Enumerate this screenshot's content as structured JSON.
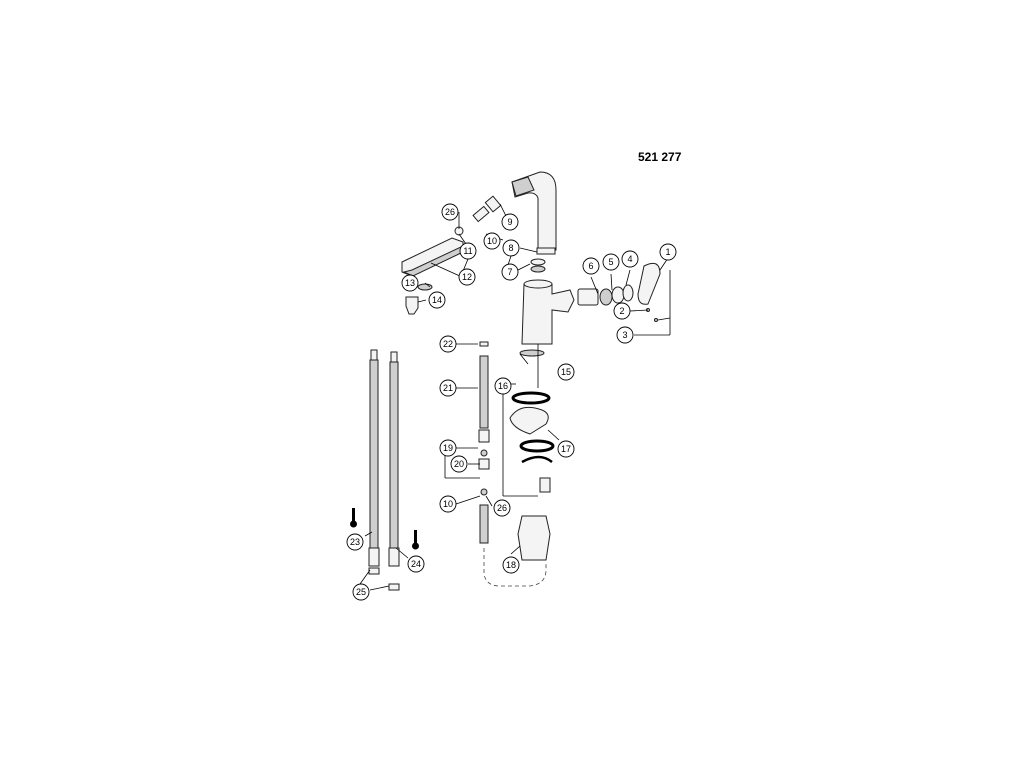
{
  "diagram": {
    "code": "521 277",
    "callouts": [
      "1",
      "2",
      "3",
      "4",
      "5",
      "6",
      "7",
      "8",
      "9",
      "10",
      "10",
      "11",
      "12",
      "13",
      "14",
      "15",
      "16",
      "17",
      "18",
      "19",
      "20",
      "21",
      "22",
      "23",
      "24",
      "25",
      "26",
      "26"
    ]
  }
}
